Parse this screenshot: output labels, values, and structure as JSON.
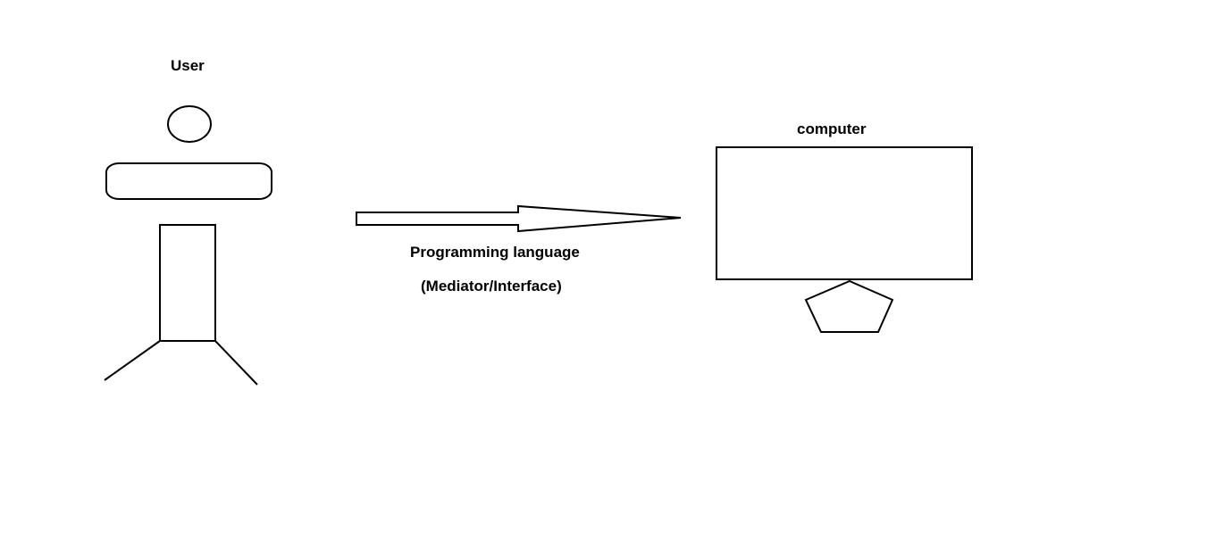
{
  "diagram": {
    "user_label": "User",
    "computer_label": "computer",
    "arrow_label": "Programming language",
    "arrow_sublabel": "(Mediator/Interface)",
    "stroke_color": "#000000",
    "background_color": "#ffffff"
  }
}
